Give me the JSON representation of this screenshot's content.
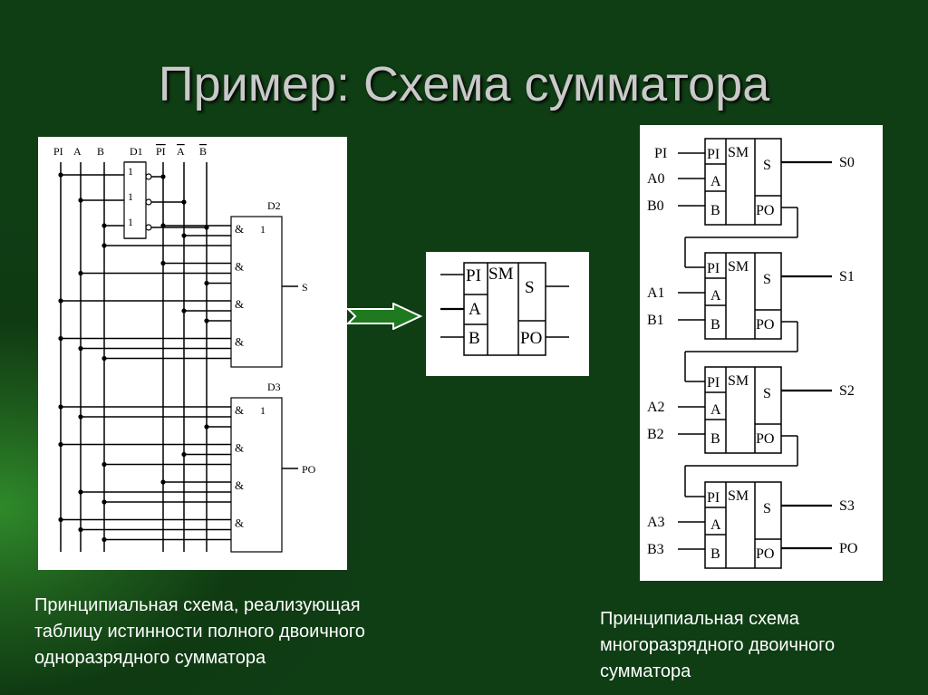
{
  "slide": {
    "title": "Пример: Схема сумматора",
    "caption_left": [
      "Принципиальная схема, реализующая",
      "таблицу истинности полного двоичного",
      "одноразрядного сумматора"
    ],
    "caption_right": [
      "Принципиальная схема",
      "многоразрядного двоичного",
      "сумматора"
    ]
  },
  "left_circuit": {
    "inputs": [
      "PI",
      "A",
      "B"
    ],
    "inv_label": "D1",
    "inv_inputs": [
      "PI",
      "A",
      "B"
    ],
    "not_symbol": "1",
    "d2_label": "D2",
    "d3_label": "D3",
    "and_symbol": "&",
    "or_symbol": "1",
    "out_s": "S",
    "out_po": "PO"
  },
  "adder_block": {
    "pi": "PI",
    "sm": "SM",
    "a": "A",
    "b": "B",
    "s": "S",
    "po": "PO"
  },
  "multi_adder": {
    "stages": [
      {
        "inputs": [
          "PI",
          "A0",
          "B0"
        ],
        "out": "S0"
      },
      {
        "inputs": [
          "",
          "A1",
          "B1"
        ],
        "out": "S1"
      },
      {
        "inputs": [
          "",
          "A2",
          "B2"
        ],
        "out": "S2"
      },
      {
        "inputs": [
          "",
          "A3",
          "B3"
        ],
        "out": "S3"
      }
    ],
    "final_out": "PO"
  },
  "colors": {
    "background": "#0f3d14",
    "title": "#c9c9c9",
    "arrow": "#1f7a1f"
  }
}
